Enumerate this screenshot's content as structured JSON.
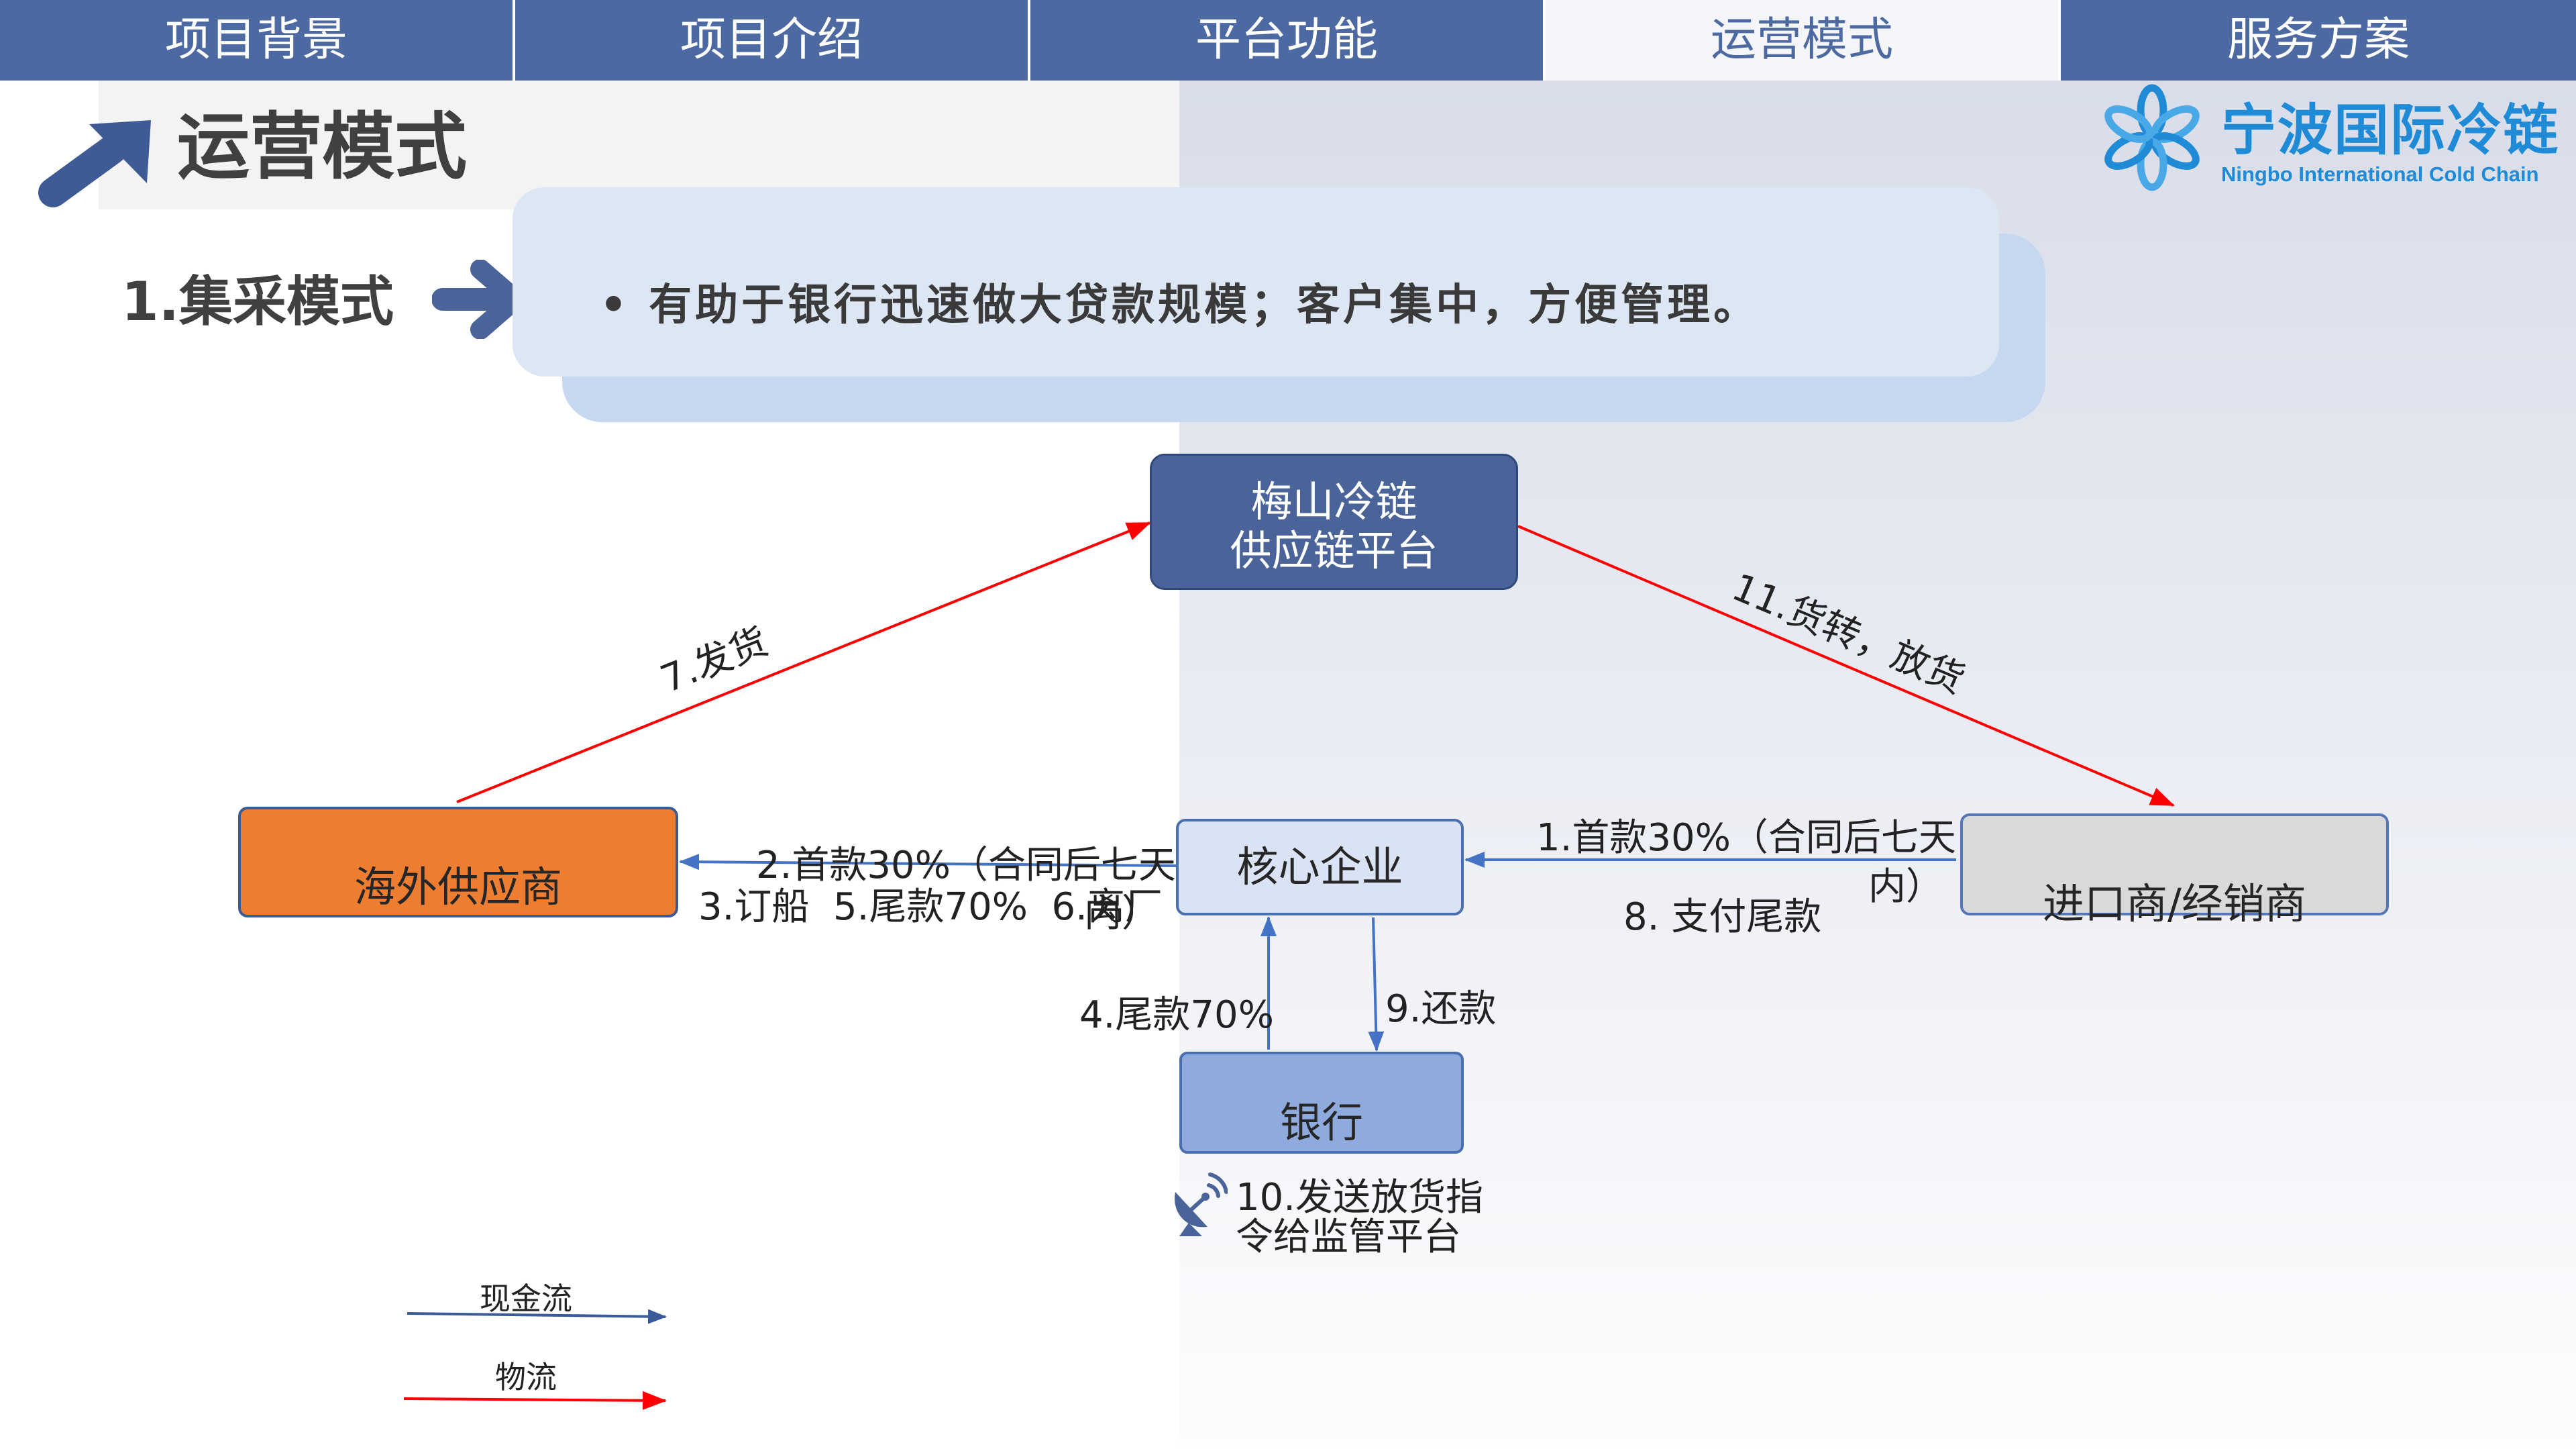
{
  "colors": {
    "tab_bar": "#4d69a1",
    "tab_active_bg": "#f4f5f8",
    "accent": "#4a6499",
    "cash_flow": "#4472c4",
    "logistics": "#ff0000",
    "supplier_fill": "#ed7d31",
    "core_fill": "#dae3f3",
    "importer_fill": "#d9d9d9",
    "bank_fill": "#8faadc",
    "logo": "#1f8ad6"
  },
  "tabs": [
    {
      "label": "项目背景",
      "active": false
    },
    {
      "label": "项目介绍",
      "active": false
    },
    {
      "label": "平台功能",
      "active": false
    },
    {
      "label": "运营模式",
      "active": true
    },
    {
      "label": "服务方案",
      "active": false
    }
  ],
  "header": {
    "title": "运营模式",
    "icon": "arrow-up-right-icon"
  },
  "logo": {
    "name_cn": "宁波国际冷链",
    "name_en": "Ningbo International Cold Chain",
    "icon": "snowflake-flower-icon"
  },
  "section": {
    "label": "1.集采模式",
    "icon": "arrow-right-icon",
    "bullet_text": "• 有助于银行迅速做大贷款规模；客户集中，方便管理。"
  },
  "diagram": {
    "nodes": {
      "platform": {
        "line1": "梅山冷链",
        "line2": "供应链平台"
      },
      "supplier": {
        "label": "海外供应商"
      },
      "core": {
        "label": "核心企业"
      },
      "importer": {
        "label": "进口商/经销商"
      },
      "bank": {
        "label": "银行"
      }
    },
    "edges": {
      "ship_goods": "7.发货",
      "transfer_release": "11.货转，放货",
      "to_supplier_1": "2.首款30%（合同后七天",
      "to_supplier_1_wrap": "内）",
      "to_supplier_2": "3.订船  5.尾款70%  6.离厂",
      "from_importer_1": "1.首款30%（合同后七天",
      "from_importer_1_wrap": "内）",
      "from_importer_2": "8. 支付尾款",
      "bank_to_core": "4.尾款70%",
      "core_to_bank": "9.还款",
      "bank_notice_1": "10.发送放货指",
      "bank_notice_2": "令给监管平台"
    },
    "notice_icon": "satellite-dish-icon"
  },
  "legend": {
    "cash_flow": "现金流",
    "logistics": "物流"
  }
}
